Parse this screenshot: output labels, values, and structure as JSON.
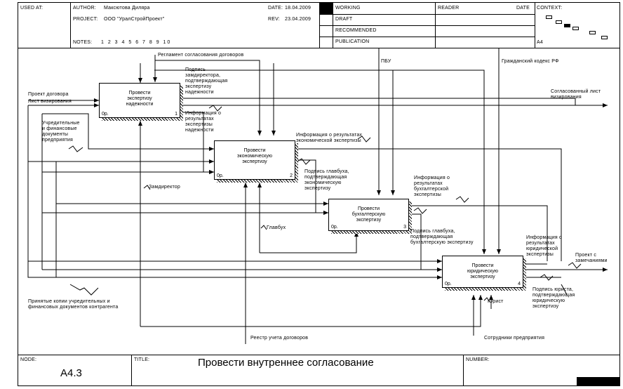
{
  "header": {
    "used_at": "USED AT:",
    "author_label": "AUTHOR:",
    "author_value": "Максютова Диляра",
    "project_label": "PROJECT:",
    "project_value": "ООО \"УралСтройПроект\"",
    "date_label": "DATE:",
    "date_value": "18.04.2009",
    "rev_label": "REV:",
    "rev_value": "23.04.2009",
    "notes_label": "NOTES:",
    "notes_values": "1 2 3 4 5 6 7 8 9 10",
    "working": "WORKING",
    "draft": "DRAFT",
    "recommended": "RECOMMENDED",
    "publication": "PUBLICATION",
    "reader": "READER",
    "date2": "DATE",
    "context": "CONTEXT:",
    "context_page": "A4"
  },
  "activities": [
    {
      "title": "Провести\nэкспертизу\nнадежности",
      "op": "0р.",
      "num": "1"
    },
    {
      "title": "Провести\nэкономическую\nэкспертизу",
      "op": "0р.",
      "num": "2"
    },
    {
      "title": "Провести\nбухгалтерскую\nэкспертизу",
      "op": "0р.",
      "num": "3"
    },
    {
      "title": "Провести\nюридическую\nэкспертизу",
      "op": "0р.",
      "num": "4"
    }
  ],
  "labels": {
    "reglament_contracts": "Регламент согласования договоров",
    "pbu": "ПБУ",
    "civil_code": "Гражданский кодекс РФ",
    "project_contract": "Проект договора",
    "approval_sheet": "Лист визирования",
    "sign_deputy": "Подпись\nзамдиректора,\nподтверждающая\nэкспертизу\nнадежности",
    "info_reliability": "Информация о\nрезультатах\nэкспертизы\nнадежности",
    "agreed_sheet": "Согласованный лист\nвизирования",
    "founding_docs": "Учредительные\nи финансовые\nдокументы\nпредприятия",
    "info_economic": "Информация о результатах\nэкономической экспертизы",
    "sign_chief_acc_econ": "Подпись главбуха,\nподтверждающая\nэкономическую\nэкспертизу",
    "info_accounting": "Информация о\nрезультатах\nбухгалтерской\nэкспертизы",
    "deputy_director": "Замдиректор",
    "chief_accountant": "Главбух",
    "sign_chief_acc_acc": "Подпись главбуха,\nподтверждающая\nбухгалтерскую экспертизу",
    "info_legal": "Информация о\nрезультатах\nюридической\nэкспертизы",
    "project_with_remarks": "Проект с\nзамечаниями",
    "sign_lawyer": "Подпись юриста,\nподтверждающая\nюридическую\nэкспертизу",
    "lawyer": "Юрист",
    "accepted_copies": "Принятые копии учредительных и\nфинансовых документов контрагента",
    "contract_registry": "Реестр учета договоров",
    "company_employees": "Сотрудники предприятия"
  },
  "footer": {
    "node_label": "NODE:",
    "node_value": "A4.3",
    "title_label": "TITLE:",
    "title_value": "Провести внутреннее согласование",
    "number_label": "NUMBER:"
  }
}
